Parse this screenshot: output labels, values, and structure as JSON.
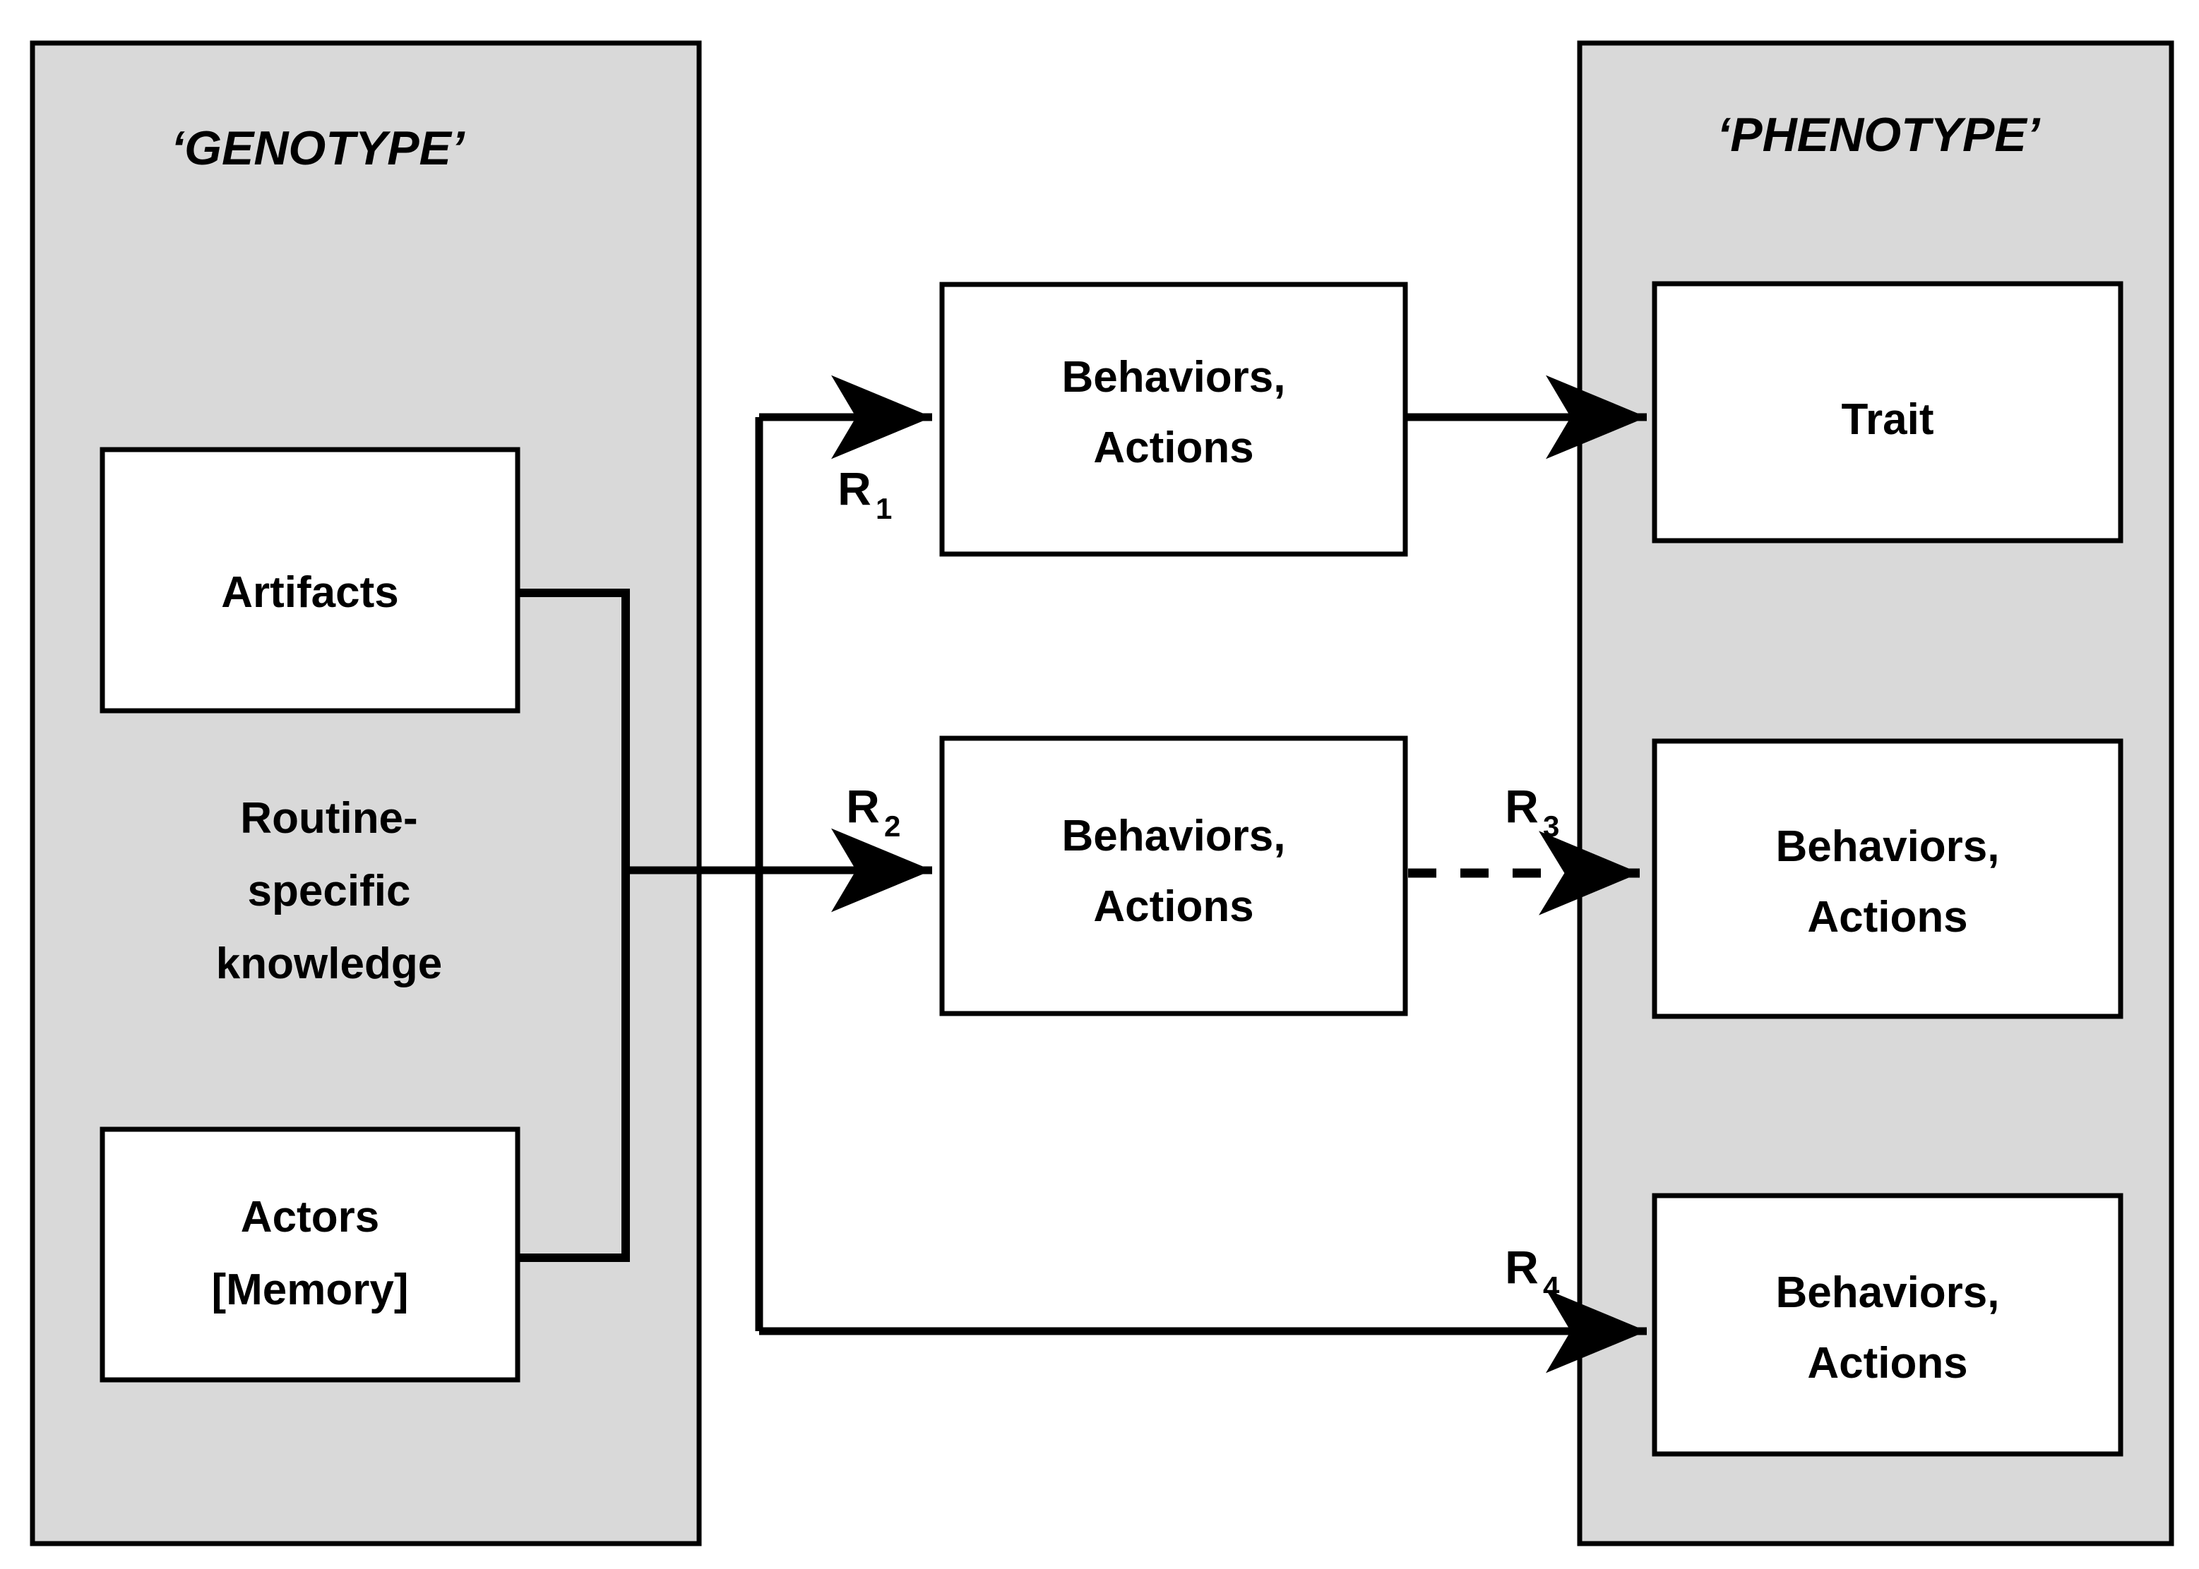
{
  "figure": {
    "type": "flow-diagram",
    "background_color": "#ffffff",
    "panel_fill_color": "#d9d9d9",
    "node_fill_color": "#ffffff",
    "stroke_color": "#000000"
  },
  "panels": [
    {
      "id": "genotype",
      "title": "‘GENOTYPE’"
    },
    {
      "id": "phenotype",
      "title": "‘PHENOTYPE’"
    }
  ],
  "genotype_panel": {
    "title": "‘GENOTYPE’",
    "nodes": [
      {
        "id": "artifacts",
        "label": "Artifacts",
        "boxed": true
      },
      {
        "id": "routine-specific-knowledge",
        "label_lines": [
          "Routine-",
          "specific",
          "knowledge"
        ],
        "line1": "Routine-",
        "line2": "specific",
        "line3": "knowledge",
        "boxed": false
      },
      {
        "id": "actors-memory",
        "label_lines": [
          "Actors",
          "[Memory]"
        ],
        "line1": "Actors",
        "line2": "[Memory]",
        "boxed": true
      }
    ]
  },
  "middle_column": {
    "nodes": [
      {
        "id": "behaviors-actions-top",
        "line1": "Behaviors,",
        "line2": "Actions"
      },
      {
        "id": "behaviors-actions-middle",
        "line1": "Behaviors,",
        "line2": "Actions"
      }
    ]
  },
  "phenotype_panel": {
    "title": "‘PHENOTYPE’",
    "nodes": [
      {
        "id": "trait",
        "label": "Trait"
      },
      {
        "id": "behaviors-actions-phenotype-middle",
        "line1": "Behaviors,",
        "line2": "Actions"
      },
      {
        "id": "behaviors-actions-phenotype-bottom",
        "line1": "Behaviors,",
        "line2": "Actions"
      }
    ]
  },
  "edges": [
    {
      "id": "r1",
      "base": "R",
      "sub": "1",
      "style": "solid",
      "from": "genotype",
      "to": "behaviors-actions-top"
    },
    {
      "id": "r2",
      "base": "R",
      "sub": "2",
      "style": "solid",
      "from": "genotype",
      "to": "behaviors-actions-middle"
    },
    {
      "id": "r3",
      "base": "R",
      "sub": "3",
      "style": "dashed",
      "from": "behaviors-actions-middle",
      "to": "behaviors-actions-phenotype-middle"
    },
    {
      "id": "r4",
      "base": "R",
      "sub": "4",
      "style": "solid",
      "from": "genotype",
      "to": "behaviors-actions-phenotype-bottom"
    },
    {
      "id": "trait-link",
      "base": "",
      "sub": "",
      "style": "solid",
      "from": "behaviors-actions-top",
      "to": "trait"
    }
  ]
}
